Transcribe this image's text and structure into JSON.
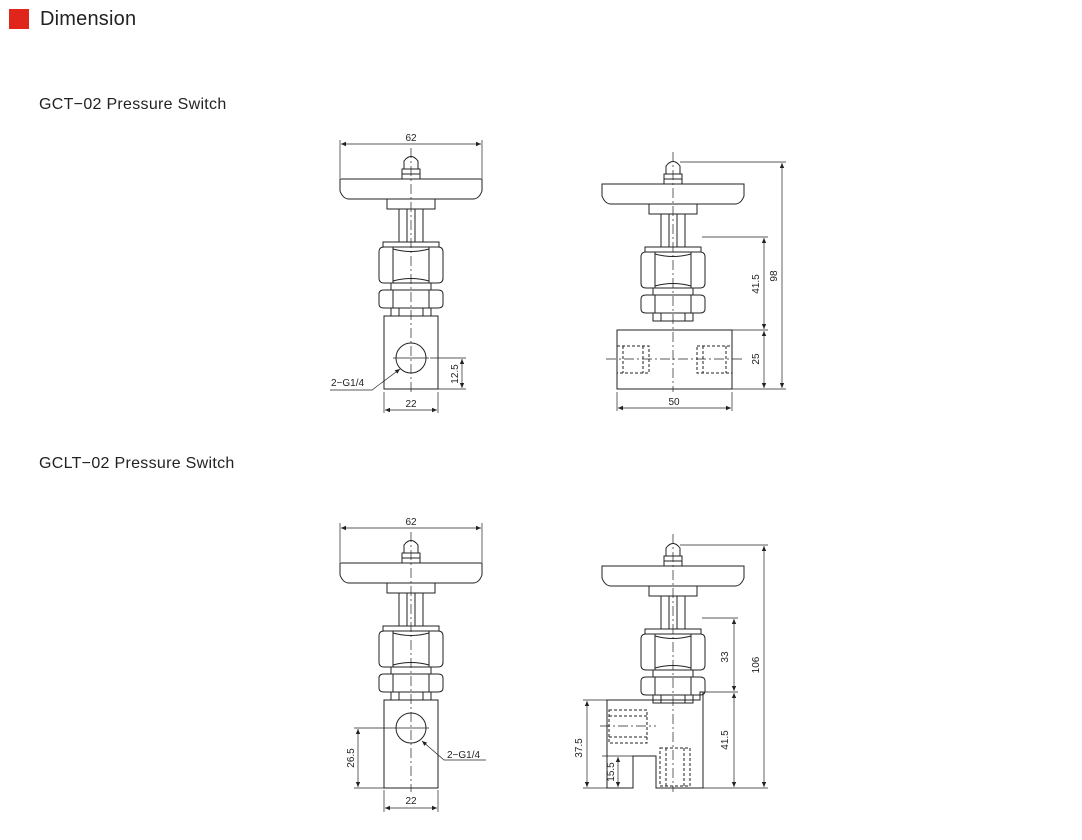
{
  "header": {
    "title": "Dimension",
    "accent_color": "#e0261b"
  },
  "sections": [
    {
      "title": "GCT−02 Pressure Switch",
      "front": {
        "width_top": "62",
        "port_label": "2−G1/4",
        "port_height": "12.5",
        "body_width": "22"
      },
      "side": {
        "h_upper": "41.5",
        "h_total": "98",
        "h_body": "25",
        "body_width": "50"
      }
    },
    {
      "title": "GCLT−02 Pressure Switch",
      "front": {
        "width_top": "62",
        "port_label": "2−G1/4",
        "port_height": "26.5",
        "body_width": "22"
      },
      "side": {
        "h_upper": "33",
        "h_total": "106",
        "h_lower": "41.5",
        "h_left": "37.5",
        "h_port": "15.5"
      }
    }
  ]
}
